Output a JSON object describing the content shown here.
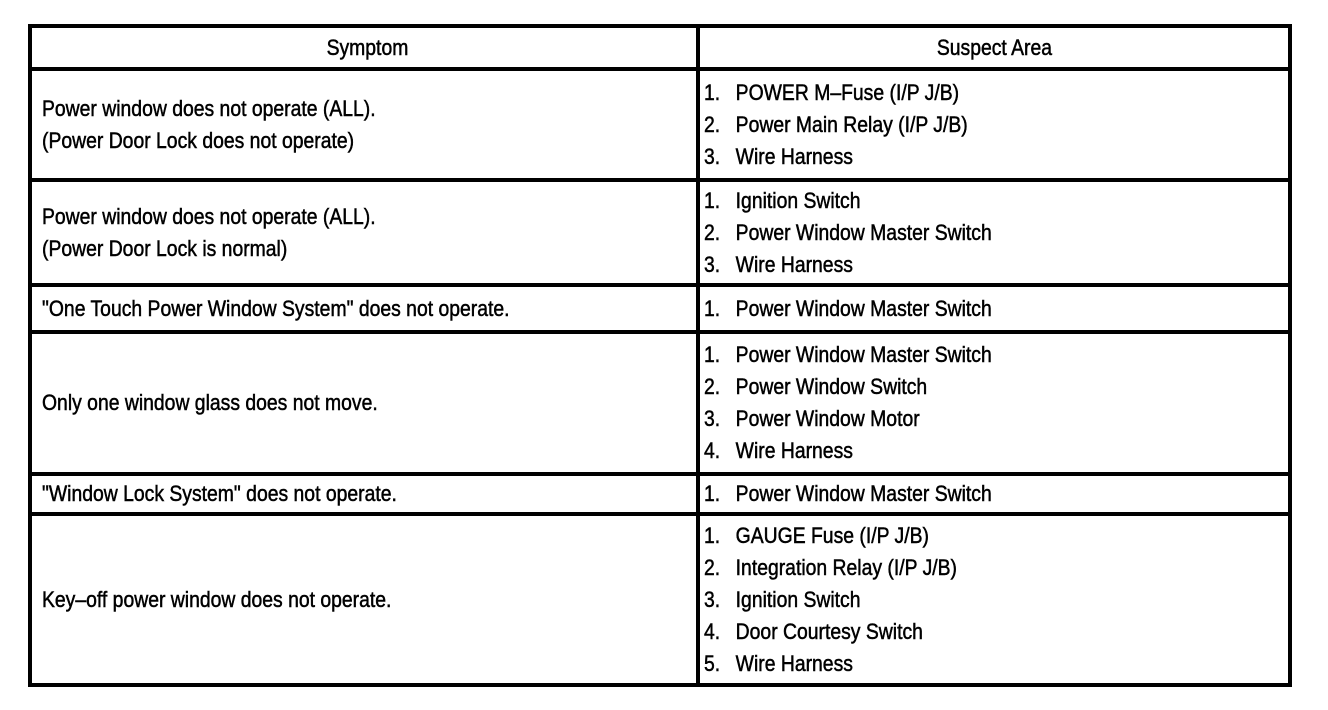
{
  "page": {
    "colors": {
      "ink": "#000000",
      "paper": "#ffffff"
    }
  },
  "table": {
    "headers": {
      "symptom": "Symptom",
      "suspect_area": "Suspect Area"
    },
    "rows": [
      {
        "symptom_lines": [
          "Power window does not operate (ALL).",
          "(Power Door Lock does not operate)"
        ],
        "suspect_items": [
          "POWER M–Fuse (I/P J/B)",
          "Power Main Relay (I/P J/B)",
          "Wire Harness"
        ]
      },
      {
        "symptom_lines": [
          "Power window does not operate (ALL).",
          "(Power Door Lock is normal)"
        ],
        "suspect_items": [
          "Ignition Switch",
          "Power Window Master Switch",
          "Wire Harness"
        ]
      },
      {
        "symptom_lines": [
          "\"One Touch Power Window System\" does not operate."
        ],
        "suspect_items": [
          "Power Window Master Switch"
        ]
      },
      {
        "symptom_lines": [
          "Only one window glass does not move."
        ],
        "suspect_items": [
          "Power Window Master Switch",
          "Power Window Switch",
          "Power Window Motor",
          "Wire Harness"
        ]
      },
      {
        "symptom_lines": [
          "\"Window Lock System\" does not operate."
        ],
        "suspect_items": [
          "Power Window Master Switch"
        ]
      },
      {
        "symptom_lines": [
          "Key–off power window does not operate."
        ],
        "suspect_items": [
          "GAUGE Fuse (I/P J/B)",
          "Integration Relay (I/P J/B)",
          "Ignition Switch",
          "Door Courtesy Switch",
          "Wire Harness"
        ]
      }
    ]
  }
}
